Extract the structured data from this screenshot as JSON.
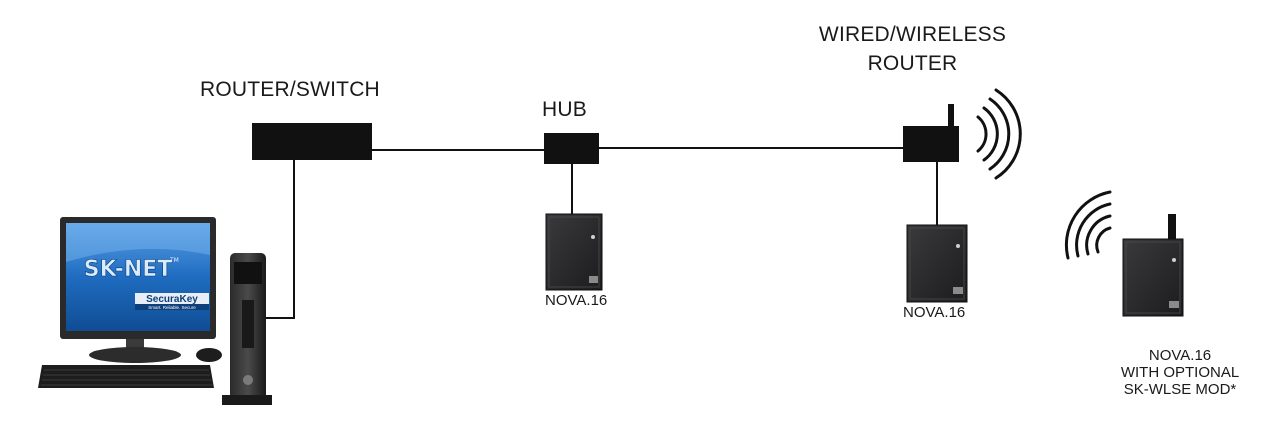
{
  "labels": {
    "router_switch": "ROUTER/SWITCH",
    "hub": "HUB",
    "wireless_router_line1": "WIRED/WIRELESS",
    "wireless_router_line2": "ROUTER",
    "nova_hub": "NOVA.16",
    "nova_router": "NOVA.16",
    "nova_wireless_line1": "NOVA.16",
    "nova_wireless_line2": "WITH OPTIONAL",
    "nova_wireless_line3": "SK-WLSE MOD*"
  },
  "monitor_screen": {
    "title": "SK-NET",
    "tm": "TM",
    "brand": "SecuraKey",
    "tagline": "Smart. Reliable. Secure"
  },
  "colors": {
    "device": "#111111",
    "panel": "#2a2a2c",
    "line": "#111111",
    "screen": "#1f6cc0",
    "screen_light": "#5aa0e6"
  }
}
